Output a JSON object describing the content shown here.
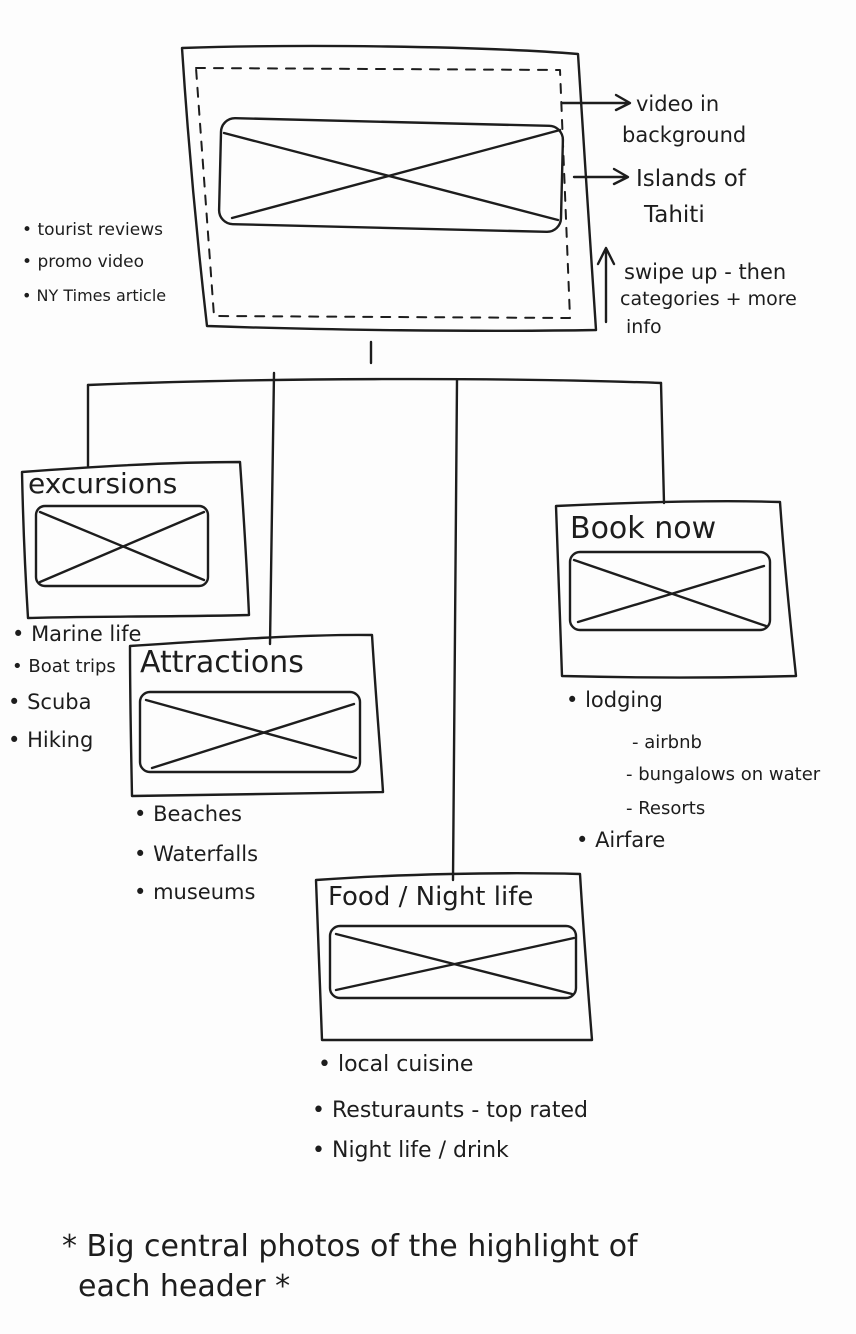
{
  "hero": {
    "annotations": [
      "video in background",
      "Islands of Tahiti",
      "swipe up - then categories + more info"
    ],
    "annotation_lines": {
      "video": [
        "video in",
        "background"
      ],
      "islands": [
        "Islands of",
        "Tahiti"
      ],
      "swipe": [
        "swipe up - then",
        "categories + more",
        "info"
      ]
    },
    "left_bullets": [
      "tourist reviews",
      "promo video",
      "NY Times article"
    ]
  },
  "excursions": {
    "title": "excursions",
    "bullets": [
      "Marine life",
      "Boat trips",
      "Scuba",
      "Hiking"
    ]
  },
  "attractions": {
    "title": "Attractions",
    "bullets": [
      "Beaches",
      "Waterfalls",
      "museums"
    ]
  },
  "food": {
    "title": "Food / Night life",
    "bullets": [
      "local cuisine",
      "Resturaunts - top rated",
      "Night life / drink"
    ]
  },
  "book": {
    "title": "Book now",
    "lodging": "lodging",
    "lodging_items": [
      "- airbnb",
      "- bungalows on water",
      "- Resorts"
    ],
    "airfare": "Airfare"
  },
  "footer": {
    "line1": "* Big central photos of the highlight of",
    "line2": "each header *"
  },
  "colors": {
    "ink": "#1d1d1d",
    "paper": "#fdfdfd"
  }
}
